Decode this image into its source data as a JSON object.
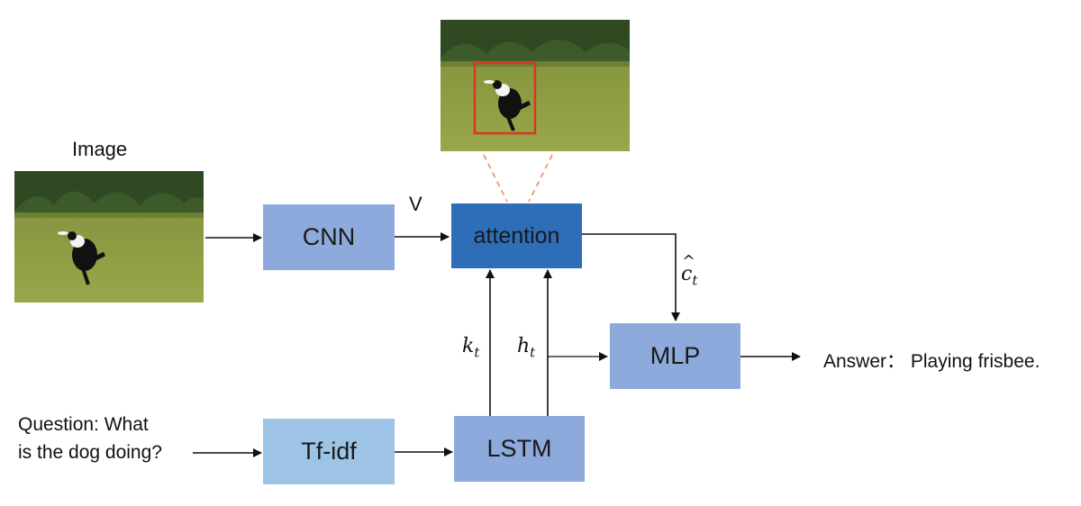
{
  "labels": {
    "image_title": "Image",
    "question_line1": "Question: What",
    "question_line2": "is the dog doing?",
    "v": "V",
    "answer": "Answer： Playing frisbee."
  },
  "math": {
    "c_base": "c",
    "c_hat": "^",
    "c_sub": "t",
    "k_base": "k",
    "k_sub": "t",
    "h_base": "h",
    "h_sub": "t"
  },
  "boxes": {
    "cnn": "CNN",
    "attention": "attention",
    "mlp": "MLP",
    "tfidf": "Tf-idf",
    "lstm": "LSTM"
  },
  "colors": {
    "cnn": "#8EA9DB",
    "attention": "#2E6DB8",
    "mlp": "#8EA9DB",
    "tfidf": "#9DC3E6",
    "lstm": "#8EA9DB",
    "grass": "#8a9a3e",
    "trees": "#2f4a22",
    "highlight": "#d9381e",
    "dashed": "#f0a080"
  }
}
